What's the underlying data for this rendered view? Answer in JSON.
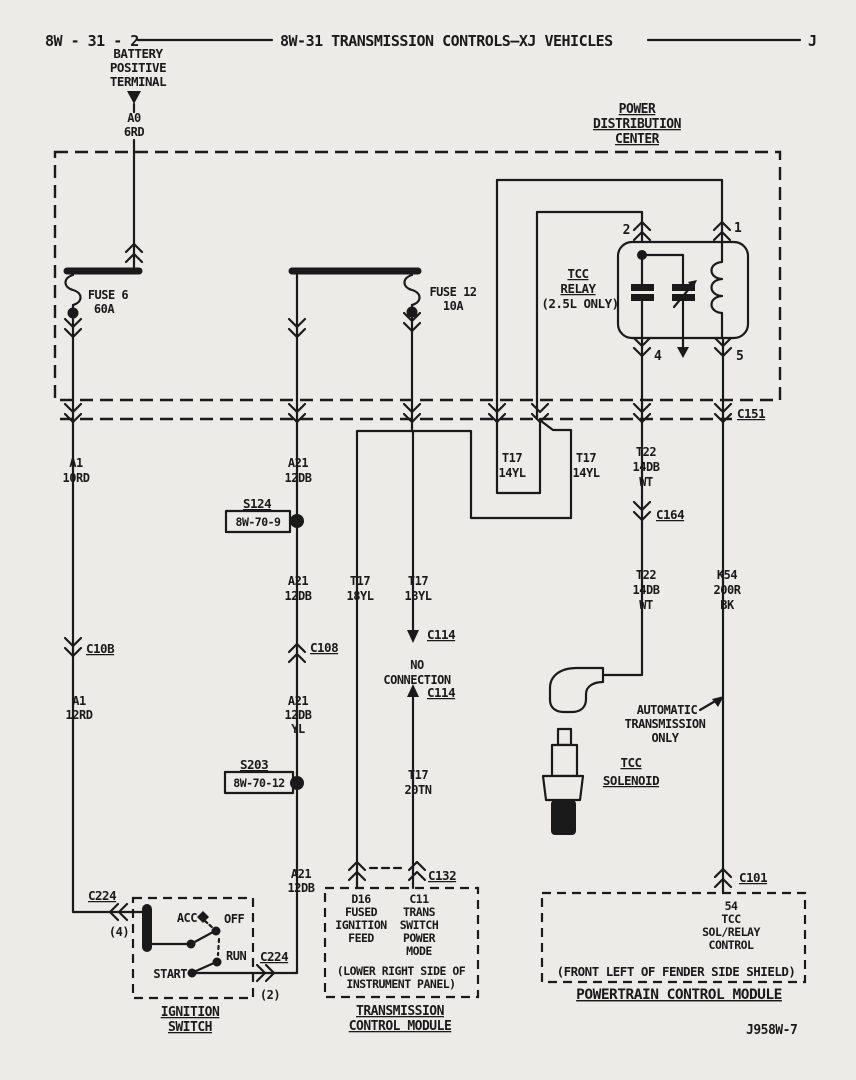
{
  "colors": {
    "ink": "#1a1a1a",
    "paper": "#ecebe7"
  },
  "header": {
    "page_ref": "8W - 31 - 2",
    "title": "8W-31 TRANSMISSION CONTROLS—XJ VEHICLES",
    "section_code": "J"
  },
  "battery": {
    "terminal": [
      "BATTERY",
      "POSITIVE",
      "TERMINAL"
    ]
  },
  "power_distribution_center": {
    "title": [
      "POWER",
      "DISTRIBUTION",
      "CENTER"
    ],
    "fuse6": [
      "FUSE 6",
      "60A"
    ],
    "fuse12": [
      "FUSE 12",
      "10A"
    ],
    "tcc_relay": {
      "title": [
        "TCC",
        "RELAY",
        "(2.5L ONLY)"
      ],
      "pin1": "1",
      "pin2": "2",
      "pin4": "4",
      "pin5": "5"
    }
  },
  "connectors": {
    "c151": "C151",
    "c164": "C164",
    "c10b": "C10B",
    "c108": "C108",
    "c114": "C114",
    "c132": "C132",
    "c101": "C101",
    "c224": "C224",
    "c224_cavity4": "(4)",
    "c224_cavity2": "(2)"
  },
  "splices": {
    "s124": {
      "name": "S124",
      "ref": "8W-70-9"
    },
    "s203": {
      "name": "S203",
      "ref": "8W-70-12"
    }
  },
  "wires": {
    "a0": [
      "A0",
      "6RD"
    ],
    "a1_10rd": [
      "A1",
      "10RD"
    ],
    "a1_12rd": [
      "A1",
      "12RD"
    ],
    "a21_upper": [
      "A21",
      "12DB"
    ],
    "a21_mid": [
      "A21",
      "12DB"
    ],
    "a21_yl": [
      "A21",
      "12DB",
      "YL"
    ],
    "a21_lower": [
      "A21",
      "12DB"
    ],
    "t17_14yl_left": [
      "T17",
      "14YL"
    ],
    "t17_14yl_right": [
      "T17",
      "14YL"
    ],
    "t17_18yl_left": [
      "T17",
      "18YL"
    ],
    "t17_18yl_right": [
      "T17",
      "18YL"
    ],
    "t17_20tn": [
      "T17",
      "20TN"
    ],
    "t22_upper": [
      "T22",
      "14DB",
      "WT"
    ],
    "t22_lower": [
      "T22",
      "14DB",
      "WT"
    ],
    "k54": [
      "K54",
      "200R",
      "BK"
    ]
  },
  "notes": {
    "no_connection": [
      "NO",
      "CONNECTION"
    ],
    "auto_trans": [
      "AUTOMATIC",
      "TRANSMISSION",
      "ONLY"
    ]
  },
  "ignition_switch": {
    "title": [
      "IGNITION",
      "SWITCH"
    ],
    "positions": {
      "acc": "ACC",
      "off": "OFF",
      "run": "RUN",
      "start": "START"
    }
  },
  "tcm": {
    "title": [
      "TRANSMISSION",
      "CONTROL MODULE"
    ],
    "pin_d16": [
      "D16",
      "FUSED",
      "IGNITION",
      "FEED"
    ],
    "pin_c11": [
      "C11",
      "TRANS",
      "SWITCH",
      "POWER",
      "MODE"
    ],
    "location": [
      "(LOWER RIGHT SIDE OF",
      "INSTRUMENT PANEL)"
    ]
  },
  "pcm": {
    "title": "POWERTRAIN CONTROL MODULE",
    "pin_54": [
      "54",
      "TCC",
      "SOL/RELAY",
      "CONTROL"
    ],
    "location": "(FRONT LEFT OF FENDER SIDE SHIELD)"
  },
  "tcc_solenoid": {
    "title": [
      "TCC",
      "SOLENOID"
    ]
  },
  "figure_ref": "J958W-7"
}
